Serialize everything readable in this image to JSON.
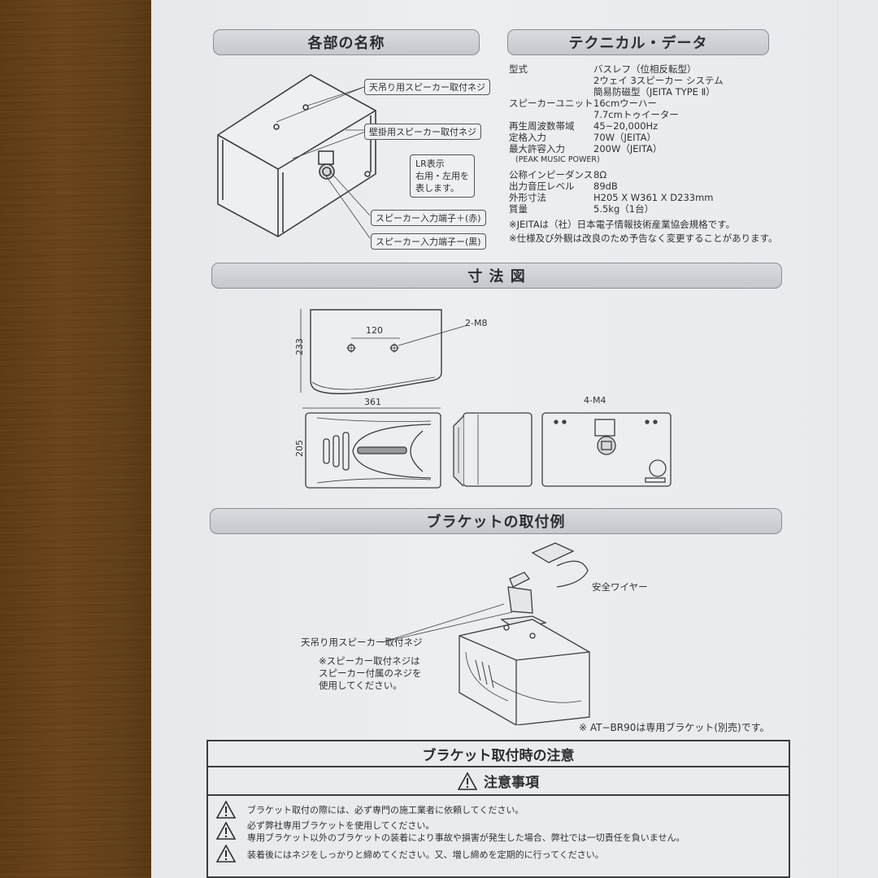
{
  "sections": {
    "part_names": "各部の名称",
    "tech_data": "テクニカル・データ",
    "dimensions": "寸 法 図",
    "bracket_example": "ブラケットの取付例"
  },
  "part_labels": {
    "ceiling_screw": "天吊り用スピーカー取付ネジ",
    "wall_screw": "壁掛用スピーカー取付ネジ",
    "lr_line1": "LR表示",
    "lr_line2": "右用・左用を",
    "lr_line3": "表します。",
    "terminal_plus": "スピーカー入力端子＋(赤)",
    "terminal_minus": "スピーカー入力端子ー(黒)"
  },
  "specs": [
    {
      "key": "型式",
      "values": [
        "バスレフ（位相反転型）",
        "2ウェイ 3スピーカー システム",
        "簡易防磁型（JEITA TYPE Ⅱ）"
      ]
    },
    {
      "key": "スピーカーユニット",
      "values": [
        "16cmウーハー",
        "7.7cmトゥイーター"
      ]
    },
    {
      "key": "再生周波数帯域",
      "values": [
        "45~20,000Hz"
      ]
    },
    {
      "key": "定格入力",
      "values": [
        "70W（JEITA）"
      ]
    },
    {
      "key": "最大許容入力",
      "sub": "(PEAK MUSIC POWER)",
      "values": [
        "200W（JEITA）"
      ]
    },
    {
      "key": "公称インピーダンス",
      "values": [
        "8Ω"
      ]
    },
    {
      "key": "出力音圧レベル",
      "values": [
        "89dB"
      ]
    },
    {
      "key": "外形寸法",
      "values": [
        "H205 X W361 X D233mm"
      ]
    },
    {
      "key": "質量",
      "values": [
        "5.5kg（1台）"
      ]
    }
  ],
  "spec_notes": [
    "※JEITAは（社）日本電子情報技術産業協会規格です。",
    "※仕様及び外観は改良のため予告なく変更することがあります。"
  ],
  "dimensions": {
    "top_depth": "233",
    "top_width": "361",
    "hole_spacing": "120",
    "top_screw": "2-M8",
    "front_width": "361",
    "front_height": "205",
    "rear_screw": "4-M4"
  },
  "bracket": {
    "safety_wire": "安全ワイヤー",
    "ceiling_screw": "天吊り用スピーカー取付ネジ",
    "screw_note_1": "※スピーカー取付ネジは",
    "screw_note_2": "スピーカー付属のネジを",
    "screw_note_3": "使用してください。",
    "sold_separately": "※ AT−BR90は専用ブラケット(別売)です。"
  },
  "caution": {
    "title": "ブラケット取付時の注意",
    "subtitle": "注意事項",
    "lines": [
      "ブラケット取付の際には、必ず専門の施工業者に依頼してください。",
      "必ず弊社専用ブラケットを使用してください。",
      "専用ブラケット以外のブラケットの装着により事故や損害が発生した場合、弊社では一切責任を負いません。",
      "装着後にはネジをしっかりと締めてください。又、増し締めを定期的に行ってください。"
    ]
  }
}
